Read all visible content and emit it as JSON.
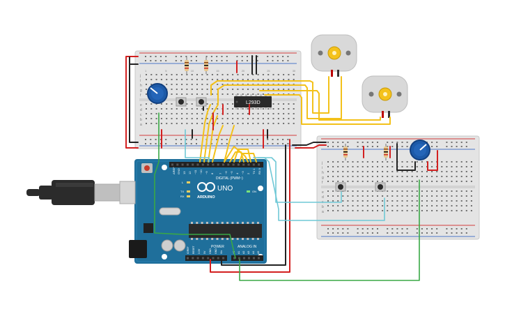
{
  "canvas": {
    "background": "#ffffff"
  },
  "colors": {
    "breadboard": "#e4e4e4",
    "breadboard_edge": "#c9c9c9",
    "hole": "#6f6f6f",
    "rail_red": "#d23b3b",
    "rail_blue": "#4b76c7",
    "arduino": "#1f6f9b",
    "arduino_dark": "#185a80",
    "header": "#222222",
    "chip": "#2a2a2a",
    "motor_body": "#d9d9d9",
    "motor_shaft": "#f4c21c",
    "knob": "#1d5aa8",
    "wire_yellow": "#f3c11a",
    "wire_red": "#d32020",
    "wire_black": "#222222",
    "wire_cyan": "#6fc8d6",
    "wire_green": "#39a845",
    "usb_cable": "#2b2b2b",
    "usb_plug": "#bfbfbf",
    "resistor_body": "#e9c88e"
  },
  "icons": [
    "potentiometer-icon",
    "pushbutton-icon",
    "resistor-icon",
    "dc-motor-icon",
    "usb-cable-icon",
    "power-jack-icon"
  ],
  "breadboard_main": {
    "row_letters_top": [
      "j",
      "i",
      "h",
      "g",
      "f"
    ],
    "row_letters_bottom": [
      "e",
      "d",
      "c",
      "b",
      "a"
    ],
    "column_numbers": [
      "1",
      "2",
      "3",
      "4",
      "5",
      "6",
      "7",
      "8",
      "9",
      "10",
      "11",
      "12",
      "13",
      "14",
      "15",
      "16",
      "17",
      "18",
      "19",
      "20",
      "21",
      "22",
      "23",
      "24",
      "25",
      "26",
      "27",
      "28",
      "29",
      "30"
    ]
  },
  "breadboard_second": {
    "row_letters_top": [
      "j",
      "i",
      "h",
      "g",
      "f"
    ],
    "row_letters_bottom": [
      "e",
      "d",
      "c",
      "b",
      "a"
    ]
  },
  "chip": {
    "label": "L293D"
  },
  "arduino": {
    "logo": "ARDUINO",
    "model": "UNO",
    "digital_label": "DIGITAL (PWM~)",
    "power_label": "POWER",
    "analog_label": "ANALOG IN",
    "top_pins": [
      "AREF",
      "GND",
      "13",
      "12",
      "~11",
      "~10",
      "~9",
      "8",
      "7",
      "~6",
      "~5",
      "4",
      "~3",
      "2",
      "TX 1",
      "RX 0"
    ],
    "power_pins": [
      "IOREF",
      "RESET",
      "3.3V",
      "5V",
      "GND",
      "GND",
      "Vin"
    ],
    "analog_pins": [
      "A0",
      "A1",
      "A2",
      "A3",
      "A4",
      "A5"
    ],
    "leds": [
      "L",
      "TX",
      "RX"
    ],
    "on_label": "ON"
  }
}
